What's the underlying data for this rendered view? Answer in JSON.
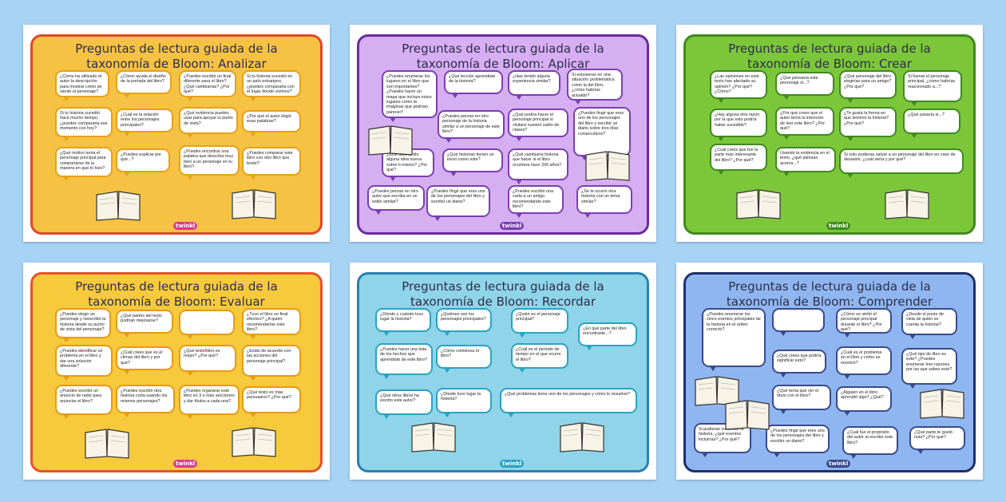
{
  "logo_text": "twinkl",
  "cards": [
    {
      "id": "analizar",
      "title_line1": "Preguntas de lectura guiada de la",
      "title_line2": "taxonomía de Bloom: Analizar",
      "bg": "#f6c243",
      "border": "#e0472a",
      "bubble_border": "#e6a11a",
      "questions": [
        "¿Cómo ha utilizado el autor la descripción para mostrar cómo se siente el personaje?",
        "¿Cómo ayuda el diseño de la portada del libro?",
        "¿Puedes escribir un final diferente para el libro? ¿Qué cambiarías? ¿Por qué?",
        "Si tu historia sucedió en un país extranjero, ¿puedes compararla con el lugar donde vivimos?",
        "Si tu historia sucedió hace mucho tiempo, ¿puedes compararla ese momento con hoy?",
        "¿Cuál es la relación entre los personajes principales?",
        "¿Qué evidencia puedes usar para apoyar tu punto de vista?",
        "¿Por qué el autor eligió esas palabras?",
        "¿Qué motivo tenía el personaje principal para comportarse de la manera en que lo hizo?",
        "¿Puedes explicar por qué...?",
        "¿Puedes encontrar una palabra que describa muy bien a un personaje en tu libro?",
        "¿Puedes comparar este libro con otro libro que leíste?"
      ]
    },
    {
      "id": "aplicar",
      "title_line1": "Preguntas de lectura guiada de la",
      "title_line2": "taxonomía de Bloom: Aplicar",
      "bg": "#d6aef2",
      "border": "#6a2a9c",
      "bubble_border": "#7b3fb0",
      "questions": [
        "¿Puedes enumerar los lugares en el libro que son importantes? ¿Puedes hacer un mapa que incluya estos lugares como te imaginas que podrían parecer?",
        "¿Qué lección aprendiste de la historia?",
        "¿Has tenido alguna experiencia similar?",
        "Si estuvieras en una situación problemática como la del libro, ¿cómo habrías actuado?",
        "¿Puedes pensar en otro personaje de la historia similar a un personaje de este libro?",
        "¿Qué podría hacer el personaje principal si visitara nuestro salón de clases?",
        "¿Puedes fingir que eres uno de los personajes del libro y escribir un diario sobre tres días consecutivos?",
        "¿Este libro te dio alguna idea nueva sobre ti mismo? ¿Por qué?",
        "¿Qué historias tienen un inicio como este?",
        "¿Qué cambiaría historia que hacer si el libro ocurriera hace 200 años?",
        "¿Puedes pensar en otro autor que escriba en un estilo similar?",
        "¿Puedes fingir que eres uno de los personajes del libro y escribir un diario?",
        "¿Puedes escribir una carta a un amigo recomendando este libro?",
        "¿Se te ocurre otra historia con un tema similar?"
      ]
    },
    {
      "id": "crear",
      "title_line1": "Preguntas de lectura guiada de la",
      "title_line2": "taxonomía de Bloom: Crear",
      "bg": "#7cc63a",
      "border": "#3f8a1f",
      "bubble_border": "#3f8a1f",
      "questions": [
        "¿Las opiniones en este texto han afectado su opinión? ¿Por qué? ¿Cómo?",
        "¿Qué pensaría este personaje si...?",
        "¿Qué personaje del libro elegirías para un amigo? ¿Por qué?",
        "Si fueras el personaje principal, ¿cómo habrías reaccionado a...?",
        "¿Hay alguna otra razón por la que esto podría haber sucedido?",
        "¿Por qué crees que el autor tenía la intención de leer este libro? ¿Por qué?",
        "¿Te gusta la forma en que terminó la historia? ¿Por qué?",
        "¿Qué pasaría si...?",
        "¿Cuál crees que fue la parte más interesante del libro? ¿Por qué?",
        "Usando la evidencia en el texto, ¿qué piensas acerca...?",
        "Si solo pudieras salvar a un personaje del libro en caso de desastre, ¿cuál sería y por qué?"
      ]
    },
    {
      "id": "evaluar",
      "title_line1": "Preguntas de lectura guiada de la",
      "title_line2": "taxonomía de Bloom: Evaluar",
      "bg": "#f7c93d",
      "border": "#e8512a",
      "bubble_border": "#e89a12",
      "questions": [
        "¿Puedes elegir un personaje y reescribir la historia desde su punto de vista del personaje?",
        "¿Qué partes del texto podrían mejorarse?",
        "",
        "¿Tuvo el libro un final efectivo? ¿A quién recomendarías este libro?",
        "¿Puedes identificar un problema en el libro y dar una solución diferente?",
        "¿Cuál crees que es el clímax del libro y por qué?",
        "¿Qué texto/libro es mejor? ¿Por qué?",
        "¿Estás de acuerdo con las acciones del personaje principal?",
        "¿Puedes escribir un anuncio de radio para anunciar el libro?",
        "¿Puedes escribir otra historia corta usando los mismos personajes?",
        "¿Puedes organizar este libro en 3 o más secciones y dar títulos a cada una?",
        "¿Qué texto es más persuasivo? ¿Por qué?"
      ]
    },
    {
      "id": "recordar",
      "title_line1": "Preguntas de lectura guiada de la",
      "title_line2": "taxonomía de Bloom: Recordar",
      "bg": "#8fd4e8",
      "border": "#2a7fb0",
      "bubble_border": "#2aa3c2",
      "questions": [
        "¿Dónde y cuándo tuvo lugar la historia?",
        "¿Quiénes son los personajes principales?",
        "¿Quién es el personaje principal?",
        "¿En qué parte del libro encontraste...?",
        "¿Puedes hacer una lista de los hechos que aprendiste de este libro?",
        "¿Cómo comienza el libro?",
        "¿Cuál es el período de tiempo en el que ocurre el libro?",
        "¿Qué otros libros ha escrito este autor?",
        "¿Dónde tuvo lugar la historia?",
        "¿Qué problemas tiene uno de los personajes y cómo lo resuelve?"
      ]
    },
    {
      "id": "comprender",
      "title_line1": "Preguntas de lectura guiada de la",
      "title_line2": "taxonomía de Bloom: Comprender",
      "bg": "#8fb6f0",
      "border": "#1f2f6a",
      "bubble_border": "#3a4a8a",
      "questions": [
        "¿Puedes enumerar los cinco eventos principales de la historia en el orden correcto?",
        "",
        "¿Cómo se sintió el personaje principal durante el libro? ¿Por qué?",
        "¿Desde el punto de vista de quién se cuenta la historia?",
        "¿Qué crees que podría significar esto?",
        "¿Cuál es el problema en el libro y cómo se resolvió?",
        "¿Qué tipo de libro es este? ¿Puedes enumerar tres razones por las que sabes esto?",
        "¿Qué tenía que ver el título con el libro?",
        "¿Alguien en el libro aprendió algo? ¿Qué?",
        "Si pudieras continuar la historia, ¿qué eventos incluirías? ¿Por qué?",
        "¿Puedes fingir que eres uno de los personajes del libro y escribir un diario?",
        "¿Cuál fue el propósito del autor al escribir este libro?",
        "¿Qué parte te gustó más? ¿Por qué?"
      ]
    }
  ]
}
